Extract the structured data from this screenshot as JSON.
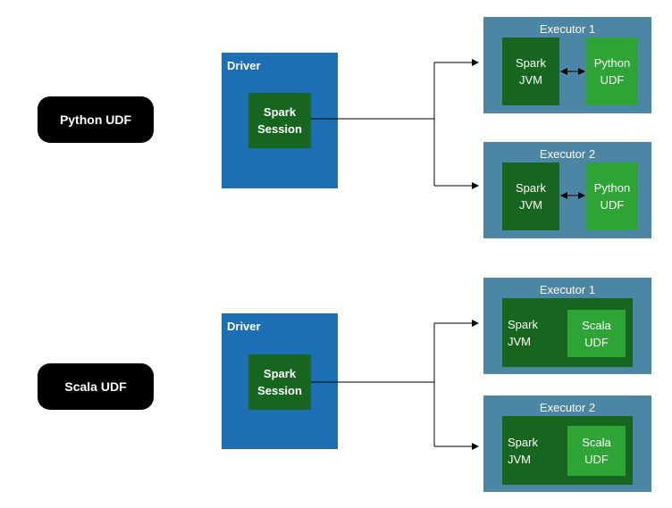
{
  "top": {
    "pill_label": "Python UDF",
    "driver_label": "Driver",
    "session_line1": "Spark",
    "session_line2": "Session",
    "executors": [
      {
        "title": "Executor 1",
        "jvm_line1": "Spark",
        "jvm_line2": "JVM",
        "udf_line1": "Python",
        "udf_line2": "UDF"
      },
      {
        "title": "Executor 2",
        "jvm_line1": "Spark",
        "jvm_line2": "JVM",
        "udf_line1": "Python",
        "udf_line2": "UDF"
      }
    ]
  },
  "bottom": {
    "pill_label": "Scala UDF",
    "driver_label": "Driver",
    "session_line1": "Spark",
    "session_line2": "Session",
    "executors": [
      {
        "title": "Executor 1",
        "jvm_line1": "Spark",
        "jvm_line2": "JVM",
        "udf_line1": "Scala",
        "udf_line2": "UDF"
      },
      {
        "title": "Executor 2",
        "jvm_line1": "Spark",
        "jvm_line2": "JVM",
        "udf_line1": "Scala",
        "udf_line2": "UDF"
      }
    ]
  },
  "colors": {
    "driver": "#1c6fb3",
    "spark_green": "#17661f",
    "udf_green": "#2da435",
    "executor": "#4b86a4",
    "pill": "#000000"
  }
}
